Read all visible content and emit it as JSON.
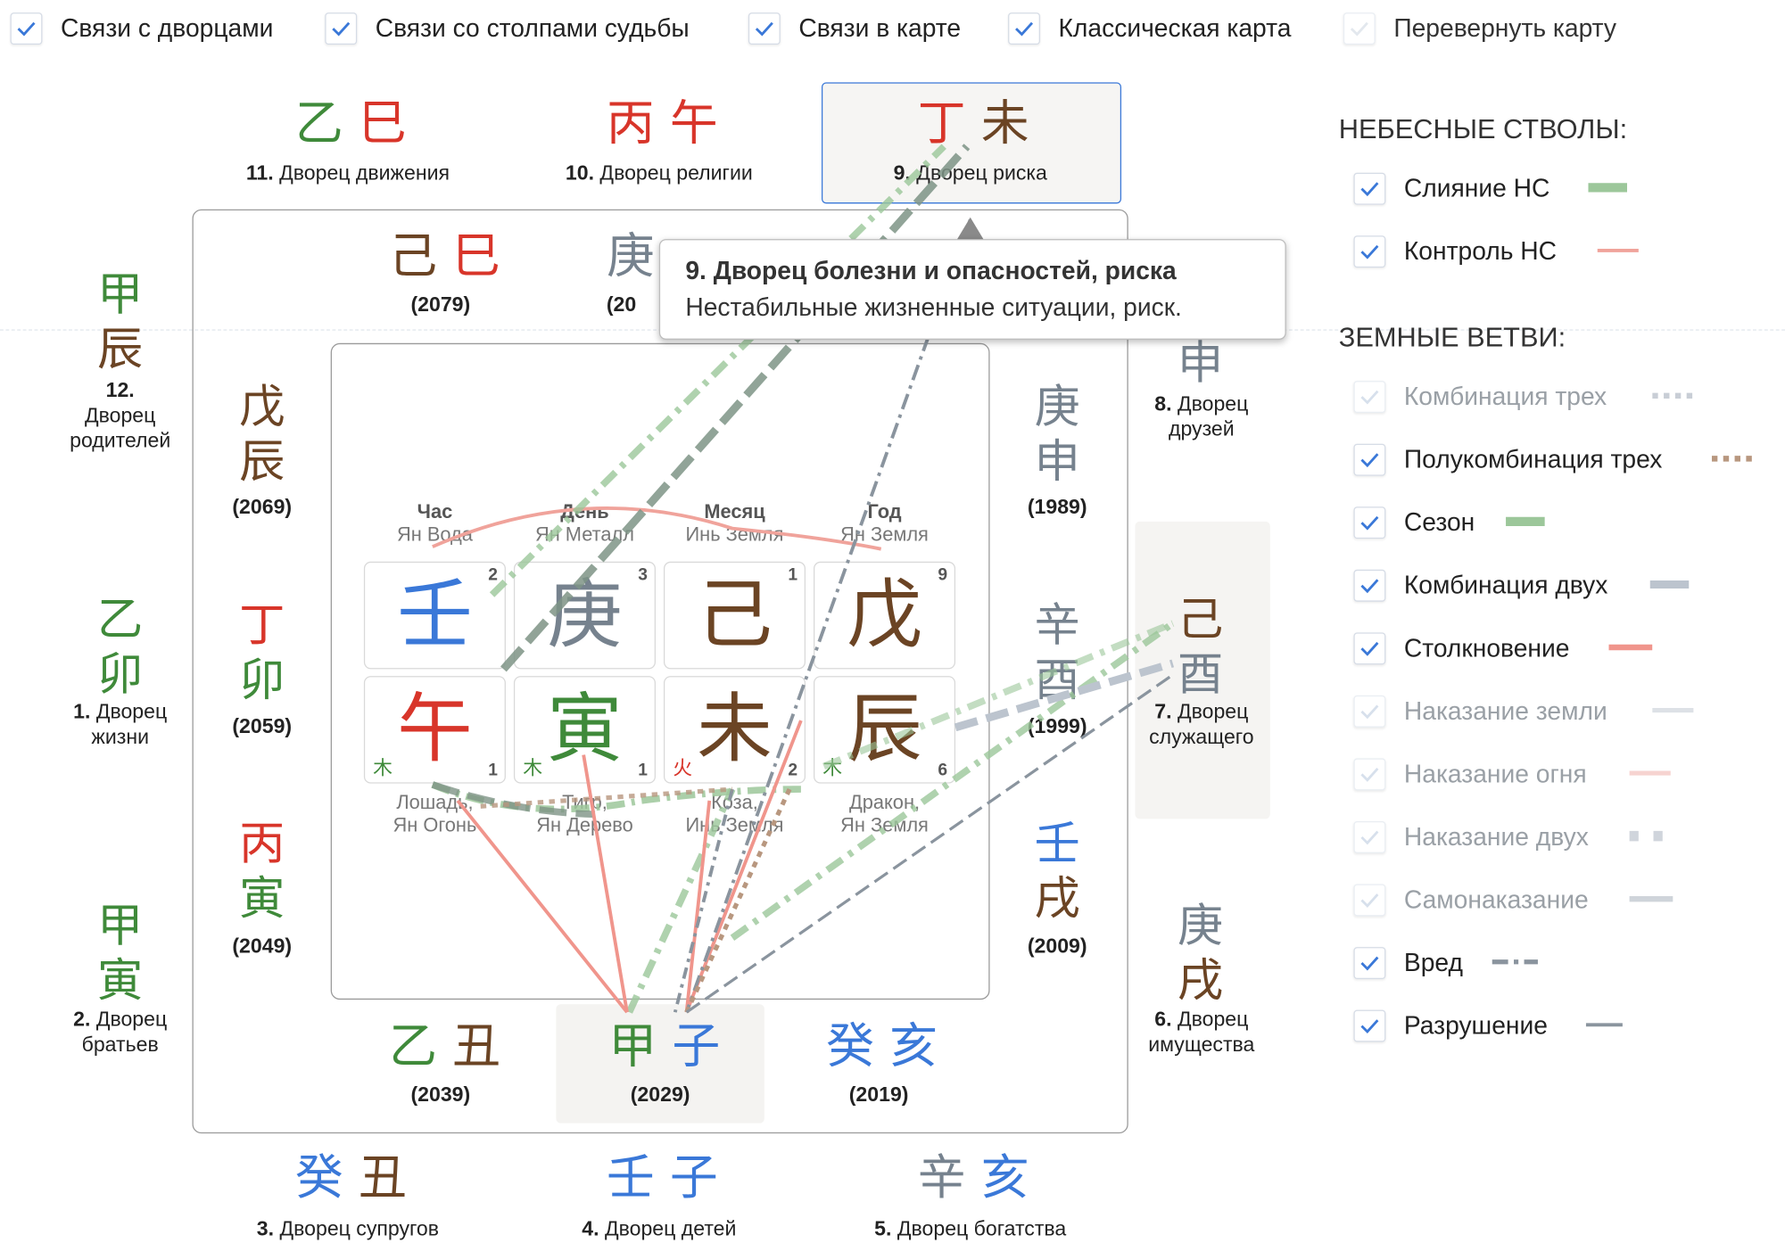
{
  "toolbar": [
    {
      "label": "Связи с дворцами",
      "checked": true
    },
    {
      "label": "Связи со столпами судьбы",
      "checked": true
    },
    {
      "label": "Связи в карте",
      "checked": true
    },
    {
      "label": "Классическая карта",
      "checked": true
    },
    {
      "label": "Перевернуть карту",
      "checked": false
    }
  ],
  "palaces": {
    "p11": {
      "stem": "乙",
      "branch": "巳",
      "num": "11.",
      "name": "Дворец движения"
    },
    "p10": {
      "stem": "丙",
      "branch": "午",
      "num": "10.",
      "name": "Дворец религии"
    },
    "p9": {
      "stem": "丁",
      "branch": "未",
      "num": "9.",
      "name": "Дворец риска"
    },
    "p12": {
      "stem": "甲",
      "branch": "辰",
      "num": "12.",
      "name1": "Дворец",
      "name2": "родителей"
    },
    "p1": {
      "stem": "乙",
      "branch": "卯",
      "num": "1.",
      "name1": "Дворец",
      "name2": "жизни"
    },
    "p2": {
      "stem": "甲",
      "branch": "寅",
      "num": "2.",
      "name1": "Дворец",
      "name2": "братьев"
    },
    "p8": {
      "stem": "",
      "branch": "申",
      "num": "8.",
      "name1": "Дворец",
      "name2": "друзей"
    },
    "p7": {
      "stem": "己",
      "branch": "酉",
      "num": "7.",
      "name1": "Дворец",
      "name2": "служащего"
    },
    "p6": {
      "stem": "庚",
      "branch": "戌",
      "num": "6.",
      "name1": "Дворец",
      "name2": "имущества"
    },
    "p3": {
      "stem": "癸",
      "branch": "丑",
      "num": "3.",
      "name": "Дворец супругов"
    },
    "p4": {
      "stem": "壬",
      "branch": "子",
      "num": "4.",
      "name": "Дворец детей"
    },
    "p5": {
      "stem": "辛",
      "branch": "亥",
      "num": "5.",
      "name": "Дворец богатства"
    }
  },
  "pillars": {
    "top": [
      {
        "stem": "己",
        "branch": "巳",
        "year": "(2079)"
      },
      {
        "stem": "庚",
        "year": "(20"
      }
    ],
    "left": [
      {
        "stem": "戊",
        "branch": "辰",
        "year": "(2069)"
      },
      {
        "stem": "丁",
        "branch": "卯",
        "year": "(2059)"
      },
      {
        "stem": "丙",
        "branch": "寅",
        "year": "(2049)"
      }
    ],
    "right": [
      {
        "stem": "庚",
        "branch": "申",
        "year": "(1989)"
      },
      {
        "stem": "辛",
        "branch": "酉",
        "year": "(1999)"
      },
      {
        "stem": "壬",
        "branch": "戌",
        "year": "(2009)"
      }
    ],
    "bottom": [
      {
        "stem": "乙",
        "branch": "丑",
        "year": "(2039)"
      },
      {
        "stem": "甲",
        "branch": "子",
        "year": "(2029)"
      },
      {
        "stem": "癸",
        "branch": "亥",
        "year": "(2019)"
      }
    ]
  },
  "chart": {
    "columns": [
      {
        "title": "Час",
        "sub": "Ян Вода",
        "stem": "壬",
        "stem_num": "2",
        "branch": "午",
        "branch_num": "1",
        "element": "木",
        "animal": "Лошадь,",
        "animal_el": "Ян Огонь"
      },
      {
        "title": "День",
        "sub": "Ян Металл",
        "stem": "庚",
        "stem_num": "3",
        "branch": "寅",
        "branch_num": "1",
        "element": "木",
        "animal": "Тигр,",
        "animal_el": "Ян Дерево"
      },
      {
        "title": "Месяц",
        "sub": "Инь Земля",
        "stem": "己",
        "stem_num": "1",
        "branch": "未",
        "branch_num": "2",
        "element": "火",
        "animal": "Коза,",
        "animal_el": "Инь Земля"
      },
      {
        "title": "Год",
        "sub": "Ян Земля",
        "stem": "戊",
        "stem_num": "9",
        "branch": "辰",
        "branch_num": "6",
        "element": "木",
        "animal": "Дракон,",
        "animal_el": "Ян Земля"
      }
    ]
  },
  "tooltip": {
    "title": "9. Дворец болезни и опасностей, риска",
    "text": "Нестабильные жизненные ситуации, риск."
  },
  "legend": {
    "heavenly_title": "НЕБЕСНЫЕ СТВОЛЫ:",
    "heavenly": [
      {
        "label": "Слияние НС",
        "checked": true,
        "color": "#9cc79a"
      },
      {
        "label": "Контроль НС",
        "checked": true,
        "color": "#f0a39b"
      }
    ],
    "earthly_title": "ЗЕМНЫЕ ВЕТВИ:",
    "earthly": [
      {
        "label": "Комбинация трех",
        "checked": false,
        "color": "#c9ced6"
      },
      {
        "label": "Полукомбинация трех",
        "checked": true,
        "color": "#b8977f"
      },
      {
        "label": "Сезон",
        "checked": true,
        "color": "#9cc79a"
      },
      {
        "label": "Комбинация двух",
        "checked": true,
        "color": "#bcc4ce"
      },
      {
        "label": "Столкновение",
        "checked": true,
        "color": "#f0958c"
      },
      {
        "label": "Наказание земли",
        "checked": false,
        "color": "#dde1e6"
      },
      {
        "label": "Наказание огня",
        "checked": false,
        "color": "#f6d3d0"
      },
      {
        "label": "Наказание двух",
        "checked": false,
        "color": "#d0d5dc"
      },
      {
        "label": "Самонаказание",
        "checked": false,
        "color": "#cfd4da"
      },
      {
        "label": "Вред",
        "checked": true,
        "color": "#8a949e"
      },
      {
        "label": "Разрушение",
        "checked": true,
        "color": "#8a949e"
      }
    ]
  }
}
